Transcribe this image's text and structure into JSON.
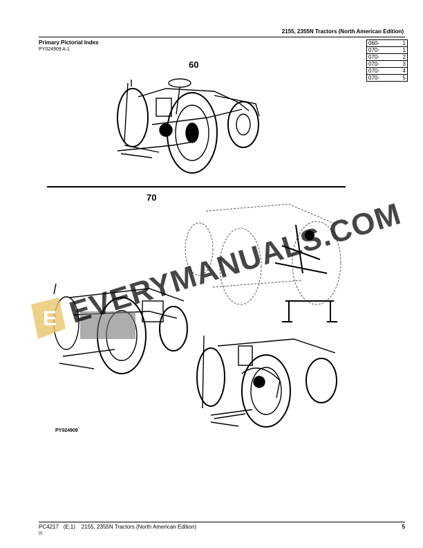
{
  "header": {
    "title": "2155, 2355N Tractors (North American Edition)"
  },
  "section": {
    "title": "Primary Pictorial Index",
    "id": "PY024909 A.1"
  },
  "index_table": [
    {
      "code": "060-",
      "num": "1"
    },
    {
      "code": "070-",
      "num": "1"
    },
    {
      "code": "070-",
      "num": "2"
    },
    {
      "code": "070-",
      "num": "3"
    },
    {
      "code": "070-",
      "num": "4"
    },
    {
      "code": "070-",
      "num": "5"
    }
  ],
  "figures": {
    "top_label": "60",
    "bottom_label": "70",
    "figure_id": "PY024909"
  },
  "watermark": {
    "text": "EVERYMANUALS.COM",
    "badge_color": "#e8c56a"
  },
  "footer": {
    "left": "PC4217   (E.1)    2155, 2355N Tractors (North American Edition)",
    "page": "5",
    "small": "(i)"
  }
}
